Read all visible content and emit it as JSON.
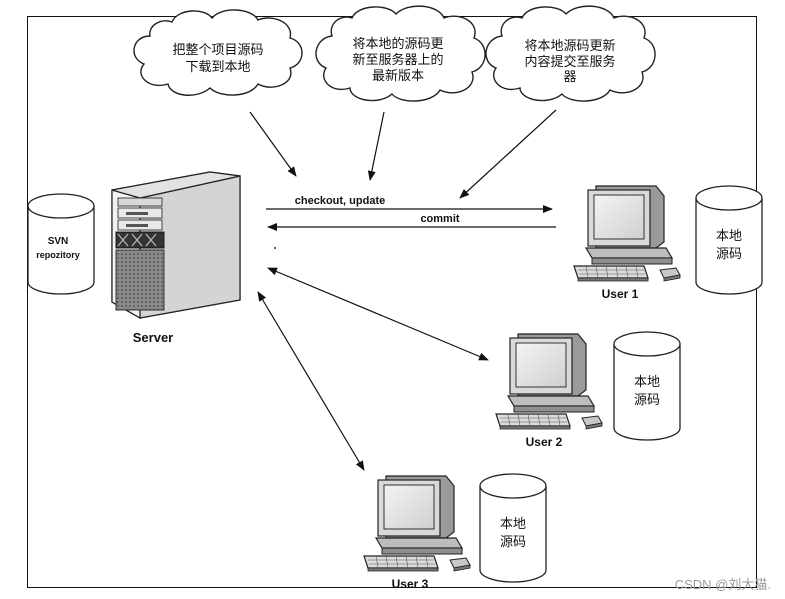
{
  "clouds": {
    "checkout": {
      "lines": [
        "把整个项目源码",
        "下载到本地"
      ]
    },
    "update": {
      "lines": [
        "将本地的源码更",
        "新至服务器上的",
        "最新版本"
      ]
    },
    "commit": {
      "lines": [
        "将本地源码更新",
        "内容提交至服务",
        "器"
      ]
    }
  },
  "server": {
    "label": "Server"
  },
  "repository": {
    "lines": [
      "SVN",
      "repozitory"
    ]
  },
  "arrows": {
    "top_label": "checkout, update",
    "bottom_label": "commit"
  },
  "users": [
    {
      "label": "User 1",
      "cylinder_lines": [
        "本地",
        "源码"
      ]
    },
    {
      "label": "User 2",
      "cylinder_lines": [
        "本地",
        "源码"
      ]
    },
    {
      "label": "User 3",
      "cylinder_lines": [
        "本地",
        "源码"
      ]
    }
  ],
  "watermark": "CSDN @刘大猫."
}
